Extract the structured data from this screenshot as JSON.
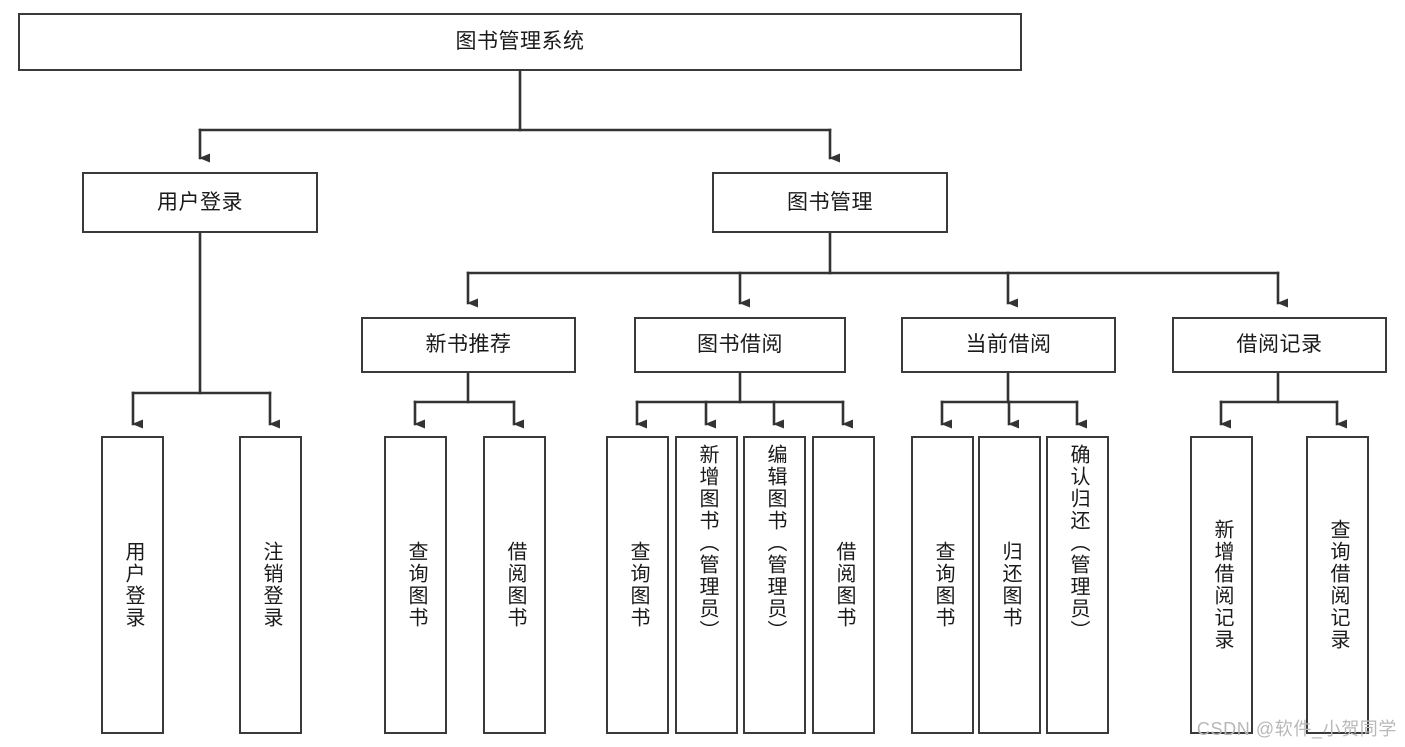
{
  "diagram": {
    "type": "tree-hierarchy",
    "title": "图书管理系统",
    "watermark": "CSDN @软件_小贺同学",
    "colors": {
      "box_border": "#3a3a3a",
      "box_fill": "#ffffff",
      "edge": "#333333",
      "text": "#1a1a1a",
      "watermark": "#b8b8b8"
    },
    "nodes": {
      "root": {
        "label": "图书管理系统",
        "level": 1,
        "orientation": "horizontal"
      },
      "n_user_login": {
        "label": "用户登录",
        "level": 2,
        "orientation": "horizontal"
      },
      "n_book_manage": {
        "label": "图书管理",
        "level": 2,
        "orientation": "horizontal"
      },
      "n_new_book_rec": {
        "label": "新书推荐",
        "level": 3,
        "orientation": "horizontal"
      },
      "n_book_borrow": {
        "label": "图书借阅",
        "level": 3,
        "orientation": "horizontal"
      },
      "n_current_borrow": {
        "label": "当前借阅",
        "level": 3,
        "orientation": "horizontal"
      },
      "n_borrow_record": {
        "label": "借阅记录",
        "level": 3,
        "orientation": "horizontal"
      },
      "l_user_login": {
        "label": "用户登录",
        "level": 4,
        "orientation": "vertical"
      },
      "l_logout": {
        "label": "注销登录",
        "level": 4,
        "orientation": "vertical"
      },
      "l_query_book_1": {
        "label": "查询图书",
        "level": 4,
        "orientation": "vertical"
      },
      "l_borrow_book_1": {
        "label": "借阅图书",
        "level": 4,
        "orientation": "vertical"
      },
      "l_query_book_2": {
        "label": "查询图书",
        "level": 4,
        "orientation": "vertical"
      },
      "l_add_book": {
        "label": "新增图书（管理员）",
        "level": 4,
        "orientation": "vertical"
      },
      "l_edit_book": {
        "label": "编辑图书（管理员）",
        "level": 4,
        "orientation": "vertical"
      },
      "l_borrow_book_2": {
        "label": "借阅图书",
        "level": 4,
        "orientation": "vertical"
      },
      "l_query_book_3": {
        "label": "查询图书",
        "level": 4,
        "orientation": "vertical"
      },
      "l_return_book": {
        "label": "归还图书",
        "level": 4,
        "orientation": "vertical"
      },
      "l_confirm_return": {
        "label": "确认归还（管理员）",
        "level": 4,
        "orientation": "vertical"
      },
      "l_add_record": {
        "label": "新增借阅记录",
        "level": 4,
        "orientation": "vertical"
      },
      "l_query_record": {
        "label": "查询借阅记录",
        "level": 4,
        "orientation": "vertical"
      }
    },
    "edges": [
      {
        "from": "root",
        "to": "n_user_login"
      },
      {
        "from": "root",
        "to": "n_book_manage"
      },
      {
        "from": "n_user_login",
        "to": "l_user_login"
      },
      {
        "from": "n_user_login",
        "to": "l_logout"
      },
      {
        "from": "n_book_manage",
        "to": "n_new_book_rec"
      },
      {
        "from": "n_book_manage",
        "to": "n_book_borrow"
      },
      {
        "from": "n_book_manage",
        "to": "n_current_borrow"
      },
      {
        "from": "n_book_manage",
        "to": "n_borrow_record"
      },
      {
        "from": "n_new_book_rec",
        "to": "l_query_book_1"
      },
      {
        "from": "n_new_book_rec",
        "to": "l_borrow_book_1"
      },
      {
        "from": "n_book_borrow",
        "to": "l_query_book_2"
      },
      {
        "from": "n_book_borrow",
        "to": "l_add_book"
      },
      {
        "from": "n_book_borrow",
        "to": "l_edit_book"
      },
      {
        "from": "n_book_borrow",
        "to": "l_borrow_book_2"
      },
      {
        "from": "n_current_borrow",
        "to": "l_query_book_3"
      },
      {
        "from": "n_current_borrow",
        "to": "l_return_book"
      },
      {
        "from": "n_current_borrow",
        "to": "l_confirm_return"
      },
      {
        "from": "n_borrow_record",
        "to": "l_add_record"
      },
      {
        "from": "n_borrow_record",
        "to": "l_query_record"
      }
    ]
  }
}
